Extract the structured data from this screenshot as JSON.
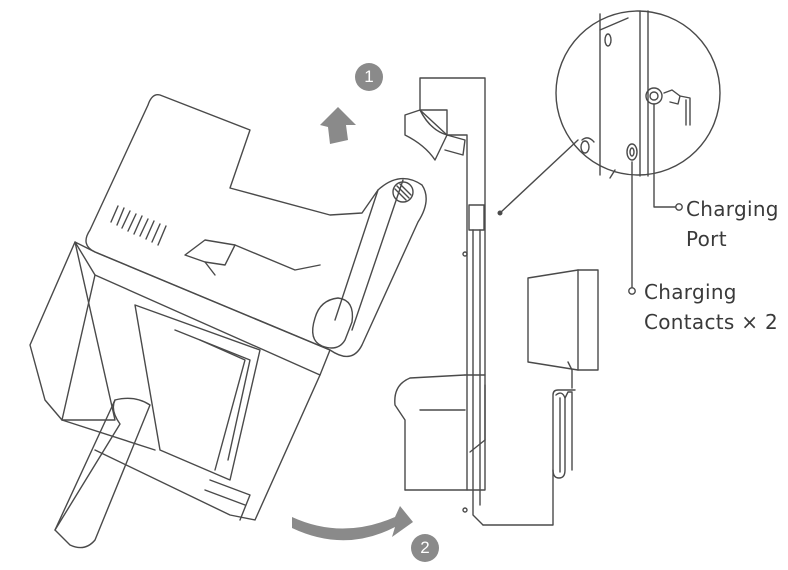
{
  "steps": {
    "one": "1",
    "two": "2"
  },
  "labels": {
    "port_line1": "Charging",
    "port_line2": "Port",
    "contacts_line1": "Charging",
    "contacts_line2": "Contacts × 2"
  },
  "colors": {
    "stroke": "#4a4a4a",
    "arrow": "#8a8a8a",
    "text": "#3a3a3a"
  }
}
